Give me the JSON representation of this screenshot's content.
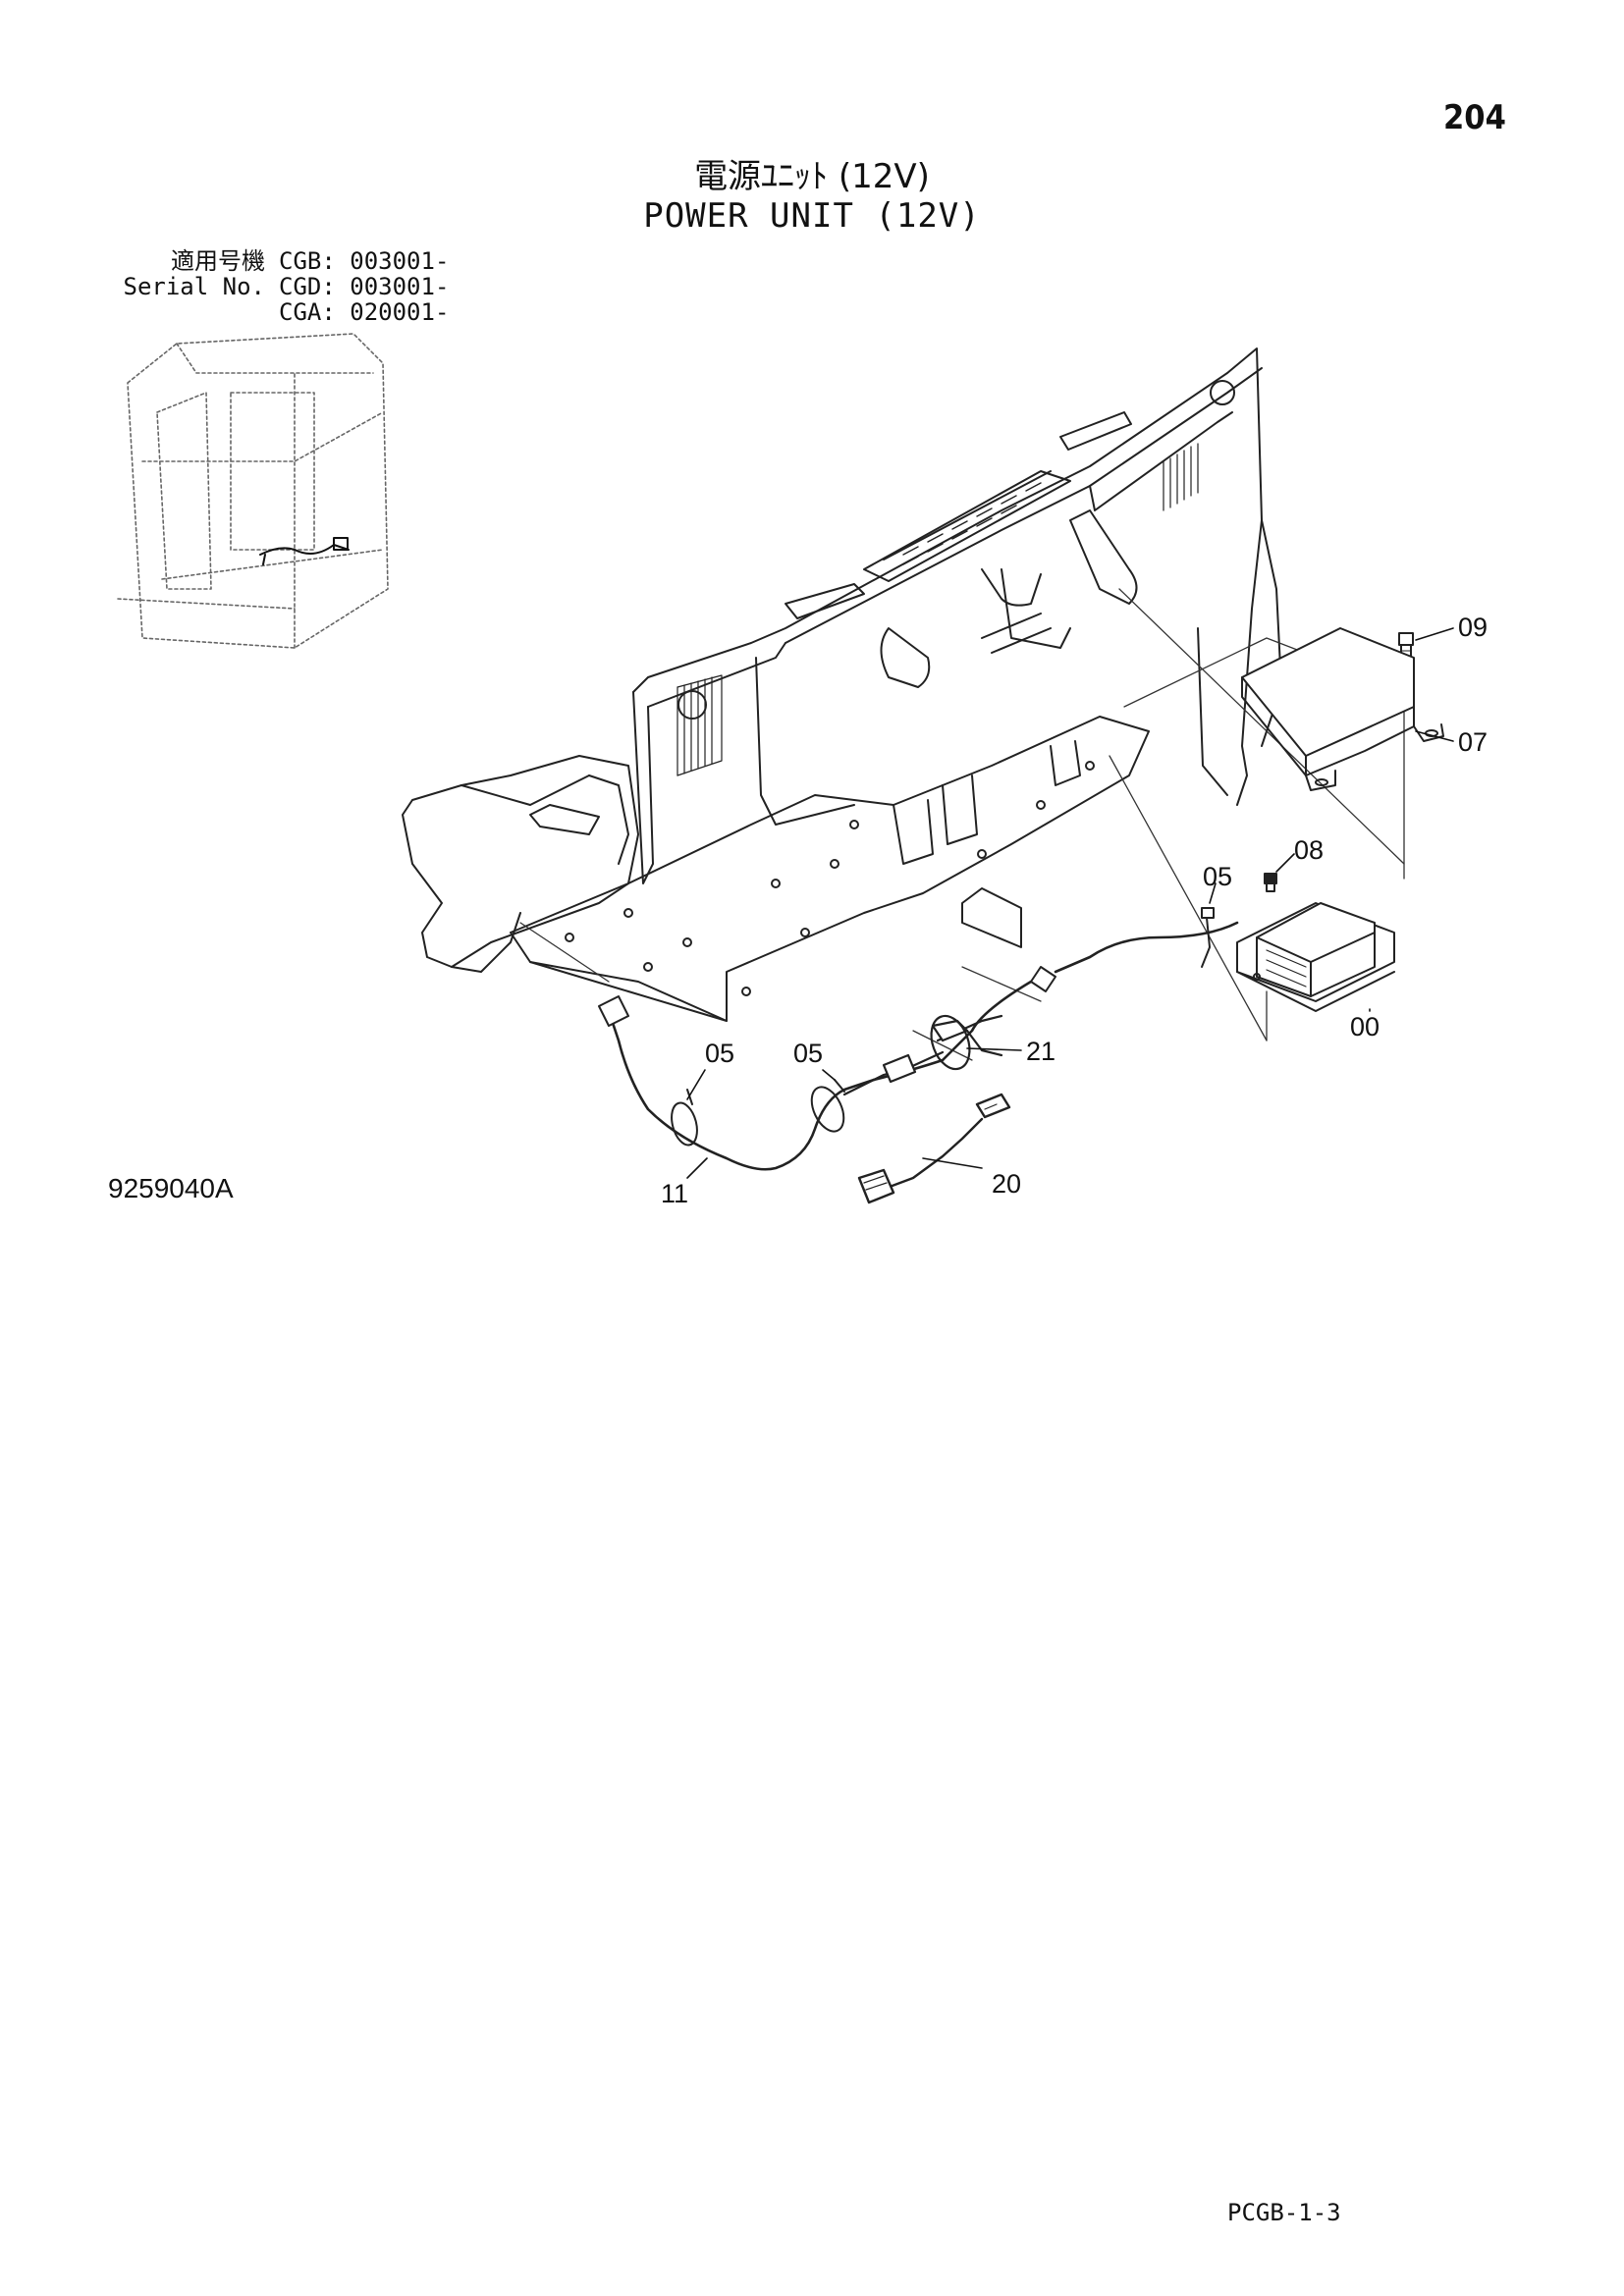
{
  "page_number": "204",
  "title_jp": "電源ﾕﾆｯﾄ (12V)",
  "title_en": "POWER UNIT (12V)",
  "serial": {
    "label_jp": "適用号機",
    "label_en": "Serial No.",
    "rows": [
      {
        "model": "CGB:",
        "from": "003001-"
      },
      {
        "model": "CGD:",
        "from": "003001-"
      },
      {
        "model": "CGA:",
        "from": "020001-"
      }
    ]
  },
  "callouts": [
    "09",
    "07",
    "08",
    "05",
    "00",
    "05",
    "05",
    "21",
    "11",
    "20"
  ],
  "drawing_code": "9259040A",
  "footer_code": "PCGB-1-3"
}
